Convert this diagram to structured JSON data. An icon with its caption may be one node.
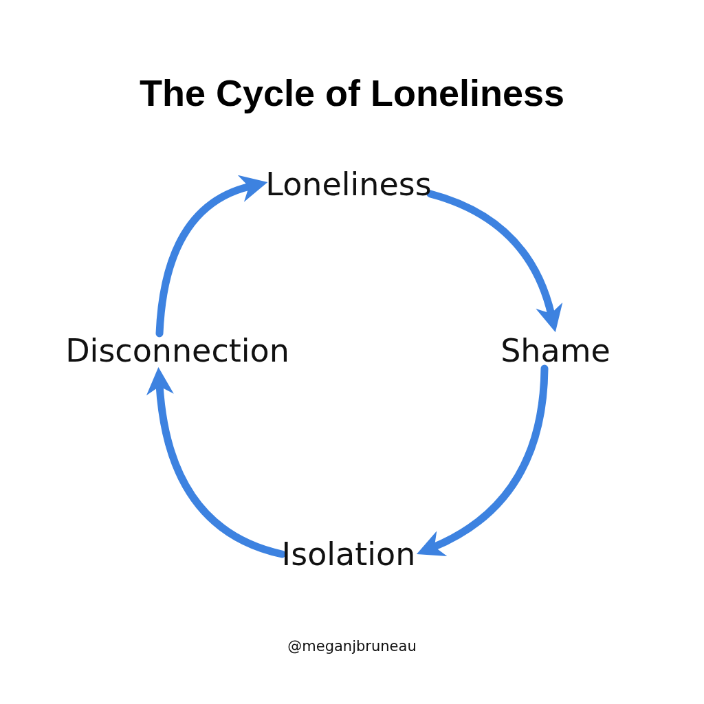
{
  "diagram": {
    "title": "The Cycle of Loneliness",
    "nodes": [
      {
        "text": [
          "Loneliness"
        ]
      },
      {
        "text": [
          "Shame"
        ]
      },
      {
        "text": [
          "Isolation"
        ]
      },
      {
        "text": [
          "Disconnection"
        ]
      }
    ],
    "edges": [
      {
        "from": 0,
        "to": 1,
        "arrow": "to"
      },
      {
        "from": 1,
        "to": 2,
        "arrow": "to"
      },
      {
        "from": 2,
        "to": 3,
        "arrow": "to"
      },
      {
        "from": 3,
        "to": 0,
        "arrow": "to"
      }
    ],
    "labels": [
      "@meganjbruneau"
    ]
  }
}
